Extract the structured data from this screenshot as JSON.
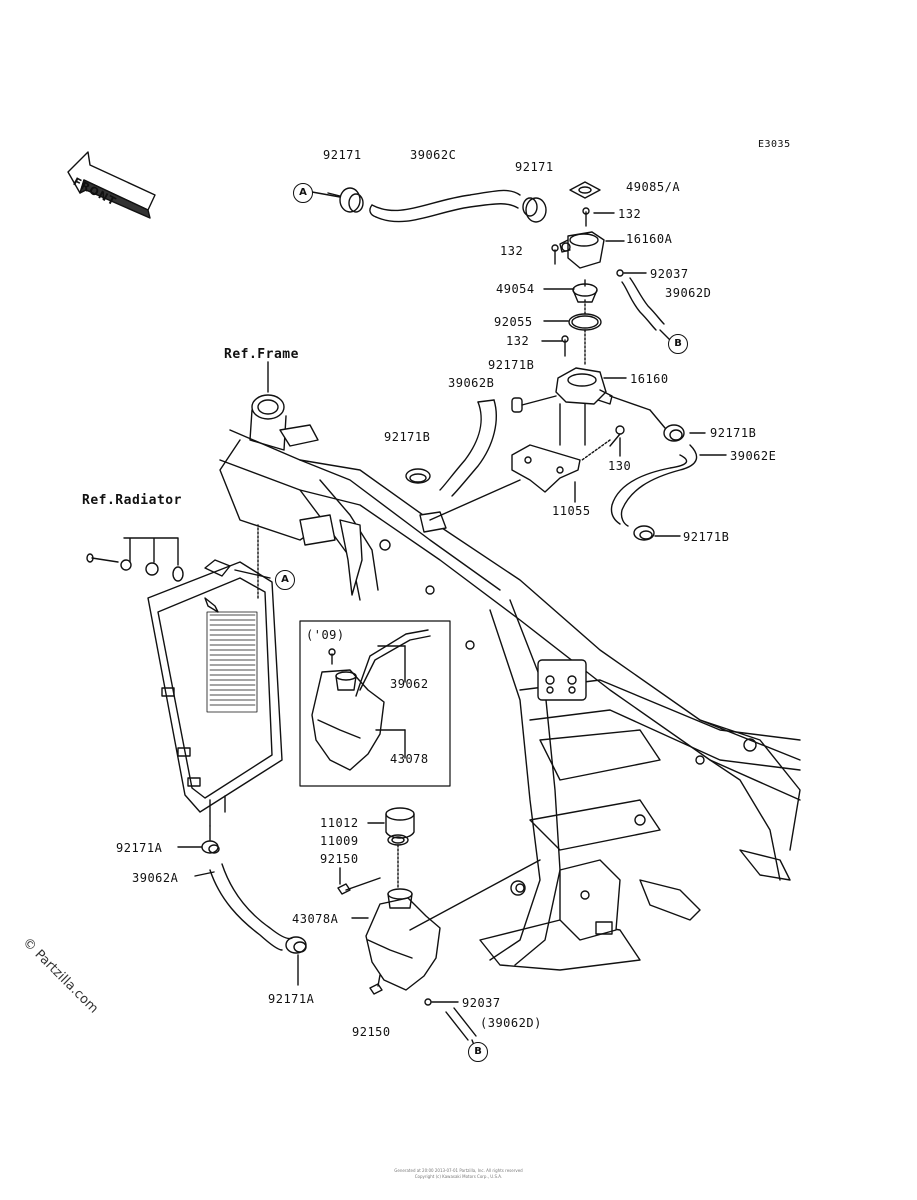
{
  "figure_code": "E3035",
  "front_label": "FRONT",
  "refs": {
    "frame": "Ref.Frame",
    "radiator": "Ref.Radiator"
  },
  "inset_year": "('09)",
  "callouts": {
    "a": "A",
    "b": "B"
  },
  "parts": {
    "p92171_left": "92171",
    "p39062C": "39062C",
    "p92171_right": "92171",
    "p49085A": "49085/A",
    "p132_top": "132",
    "p16160A": "16160A",
    "p132_left": "132",
    "p92037_top": "92037",
    "p39062D": "39062D",
    "p49054": "49054",
    "p92055": "92055",
    "p132_mid": "132",
    "p92171B_a": "92171B",
    "p16160": "16160",
    "p39062B": "39062B",
    "p92171B_b": "92171B",
    "p92171B_c": "92171B",
    "p39062E": "39062E",
    "p130": "130",
    "p11055": "11055",
    "p92171B_d": "92171B",
    "p39062": "39062",
    "p43078": "43078",
    "p11012": "11012",
    "p11009": "11009",
    "p92150_top": "92150",
    "p43078A": "43078A",
    "p92171A_top": "92171A",
    "p39062A": "39062A",
    "p92171A_bot": "92171A",
    "p92037_bot": "92037",
    "p39062D_paren": "(39062D)",
    "p92150_bot": "92150"
  },
  "watermark": "© Partzilla.com",
  "footer": [
    "Generated at 20:00 2013-07-01 Partzilla, Inc. All rights reserved",
    "Copyright (c) Kawasaki Motors Corp., U.S.A."
  ]
}
